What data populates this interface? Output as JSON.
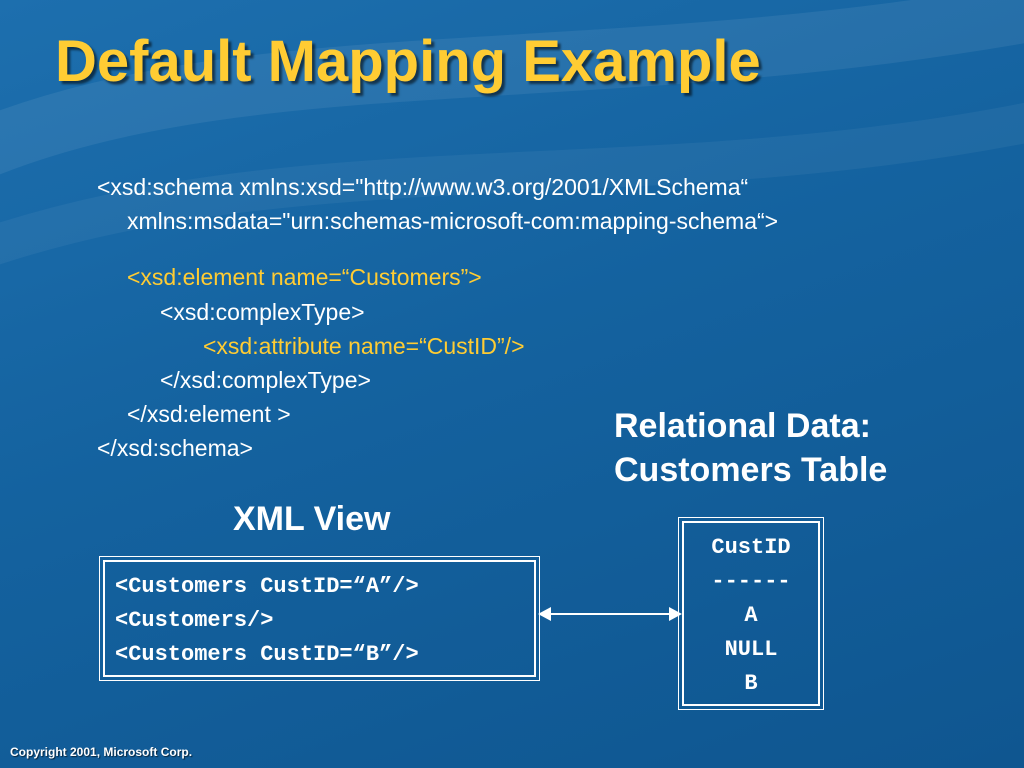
{
  "title": "Default Mapping Example",
  "schema_lines": [
    "<xsd:schema xmlns:xsd=\"http://www.w3.org/2001/XMLSchema“",
    "xmlns:msdata=\"urn:schemas-microsoft-com:mapping-schema“>",
    "<xsd:element name=“Customers”>",
    "<xsd:complexType>",
    "<xsd:attribute name=“CustID”/>",
    "</xsd:complexType>",
    "</xsd:element >",
    "</xsd:schema>"
  ],
  "relational_heading": [
    "Relational Data:",
    "Customers Table"
  ],
  "xml_view_heading": "XML View",
  "xml_view_lines": [
    "<Customers CustID=“A”/>",
    "<Customers/>",
    "<Customers CustID=“B”/>"
  ],
  "table": {
    "header": "CustID",
    "separator": "------",
    "rows": [
      "A",
      "NULL",
      "B"
    ]
  },
  "footer": "Copyright 2001, Microsoft Corp.",
  "colors": {
    "background": "#14629f",
    "title": "#ffcc33",
    "highlight": "#ffcc33",
    "text": "#ffffff"
  }
}
